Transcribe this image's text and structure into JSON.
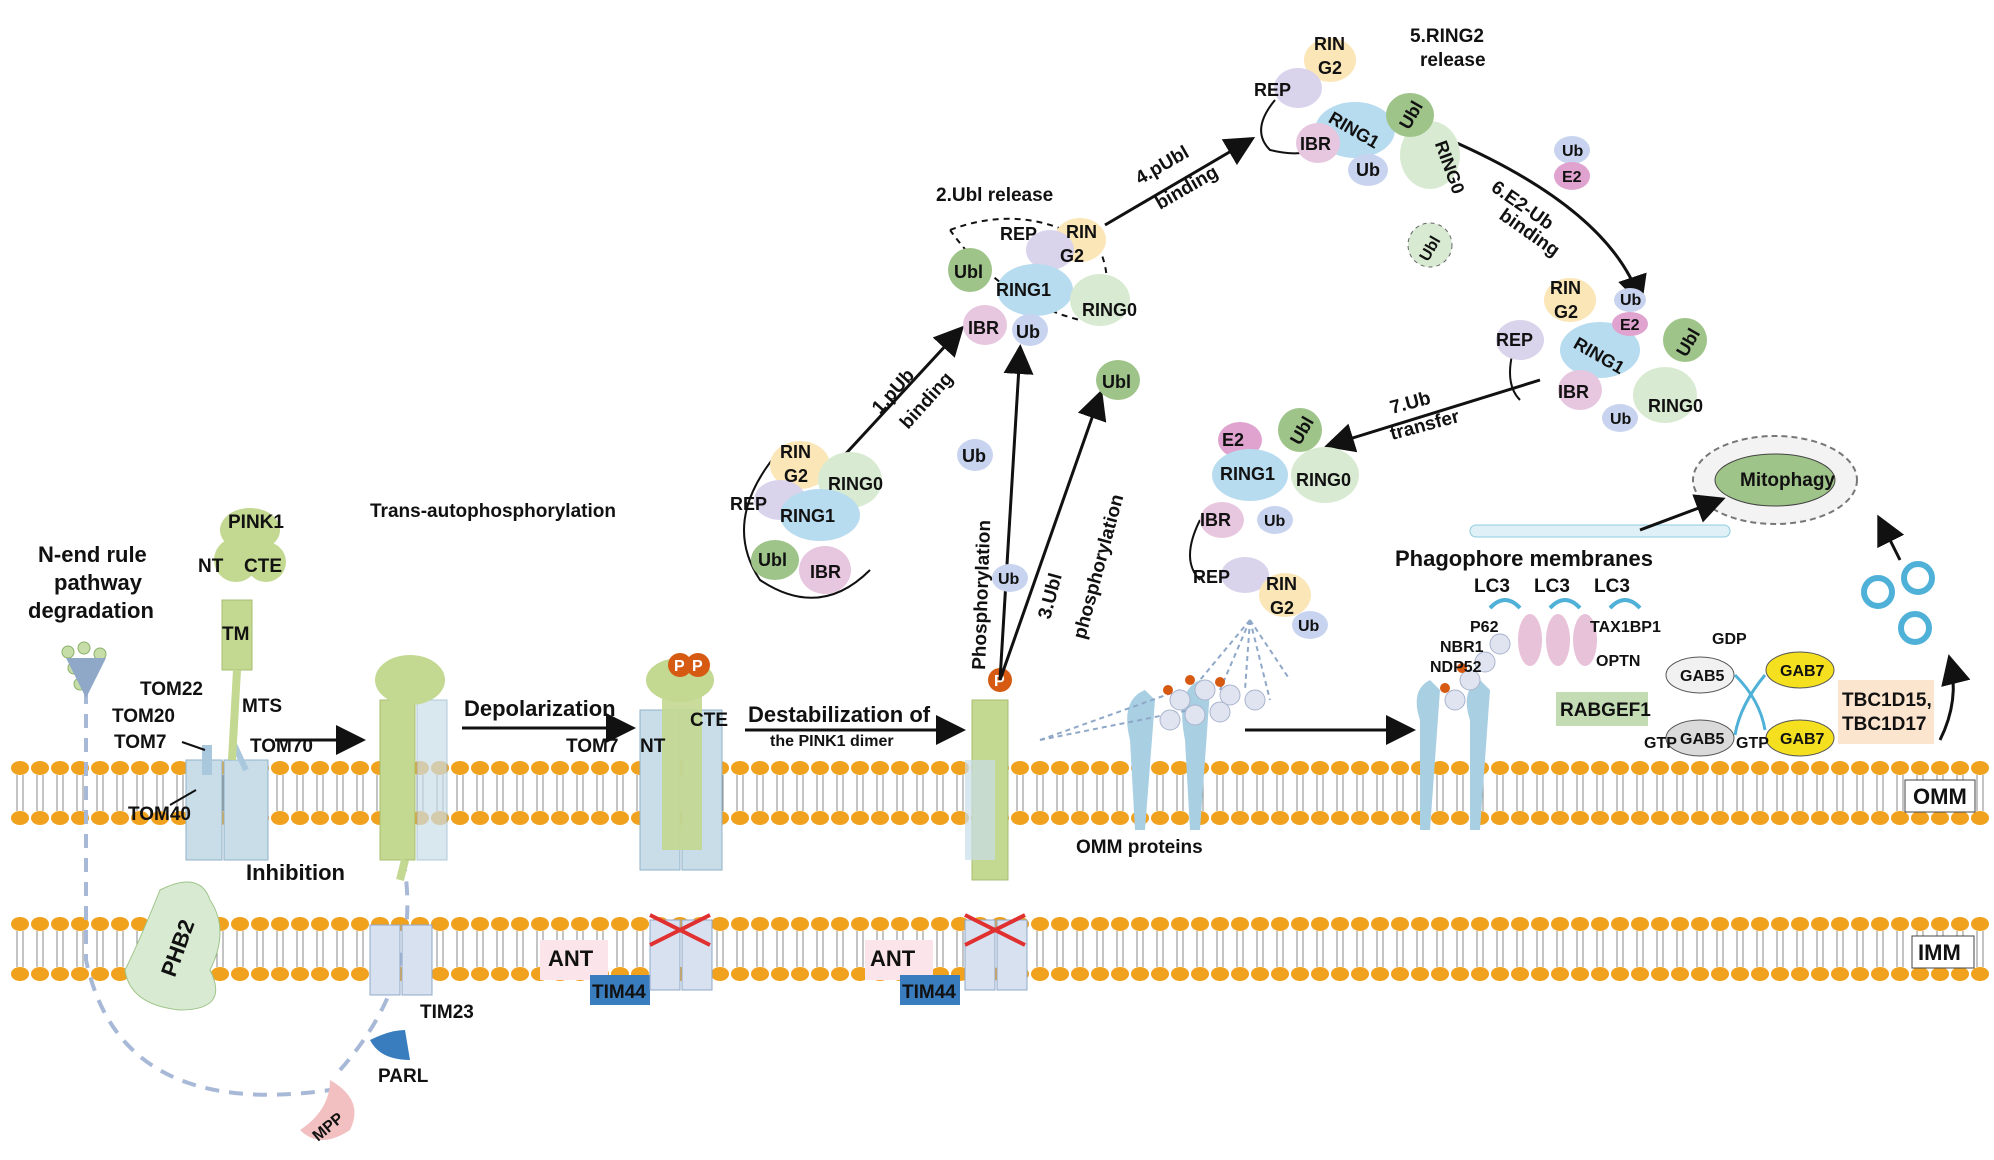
{
  "membranes": {
    "omm": "OMM",
    "imm": "IMM"
  },
  "left": {
    "nend_line1": "N-end rule",
    "nend_line2": "pathway",
    "nend_line3": "degradation",
    "tom22": "TOM22",
    "tom20": "TOM20",
    "tom7": "TOM7",
    "tom70": "TOM70",
    "tom40": "TOM40",
    "mts": "MTS",
    "pink1": "PINK1",
    "nt": "NT",
    "cte": "CTE",
    "tm": "TM",
    "inhibition": "Inhibition",
    "phb2": "PHB2",
    "tim23": "TIM23",
    "parl": "PARL",
    "mpp": "MPP"
  },
  "middle": {
    "trans_auto": "Trans-autophosphorylation",
    "depolarization": "Depolarization",
    "destab_line1": "Destabilization of",
    "destab_line2": "the PINK1 dimer",
    "tom7": "TOM7",
    "nt": "NT",
    "cte": "CTE",
    "ant": "ANT",
    "tim44": "TIM44",
    "p": "P",
    "omm_proteins": "OMM proteins"
  },
  "steps": {
    "s1a": "1.pUb",
    "s1b": "binding",
    "s2": "2.Ubl release",
    "s3a": "3.Ubl",
    "s3b": "phosphorylation",
    "phos": "Phosphorylation",
    "s4a": "4.pUbl",
    "s4b": "binding",
    "s5a": "5.RING2",
    "s5b": "release",
    "s6a": "6.E2-Ub",
    "s6b": "binding",
    "s7a": "7.Ub",
    "s7b": "transfer"
  },
  "parkin": {
    "rin": "RIN",
    "g2": "G2",
    "ring0": "RING0",
    "ring1": "RING1",
    "rep": "REP",
    "ibr": "IBR",
    "ubl": "Ubl",
    "ub": "Ub",
    "e2": "E2"
  },
  "right": {
    "phagophore": "Phagophore membranes",
    "lc3": "LC3",
    "p62": "P62",
    "nbr1": "NBR1",
    "ndp52": "NDP52",
    "tax1bp1": "TAX1BP1",
    "optn": "OPTN",
    "gdp": "GDP",
    "gtp": "GTP",
    "gab5": "GAB5",
    "gab7": "GAB7",
    "rabgef1": "RABGEF1",
    "tbc_line1": "TBC1D15,",
    "tbc_line2": "TBC1D17",
    "mitophagy": "Mitophagy"
  },
  "colors": {
    "lipid_head": "#f0a21e",
    "tom": "#c9dde9",
    "pink1": "#c3d890",
    "rin": "#fbe6b8",
    "ring0": "#d8ebd2",
    "ring1": "#b8dcef",
    "rep": "#d9d3ec",
    "ibr": "#e7c6df",
    "ubl": "#9fc48a",
    "ub": "#c8d4ef",
    "e2": "#d98ac6",
    "phospho": "#d65a12"
  }
}
